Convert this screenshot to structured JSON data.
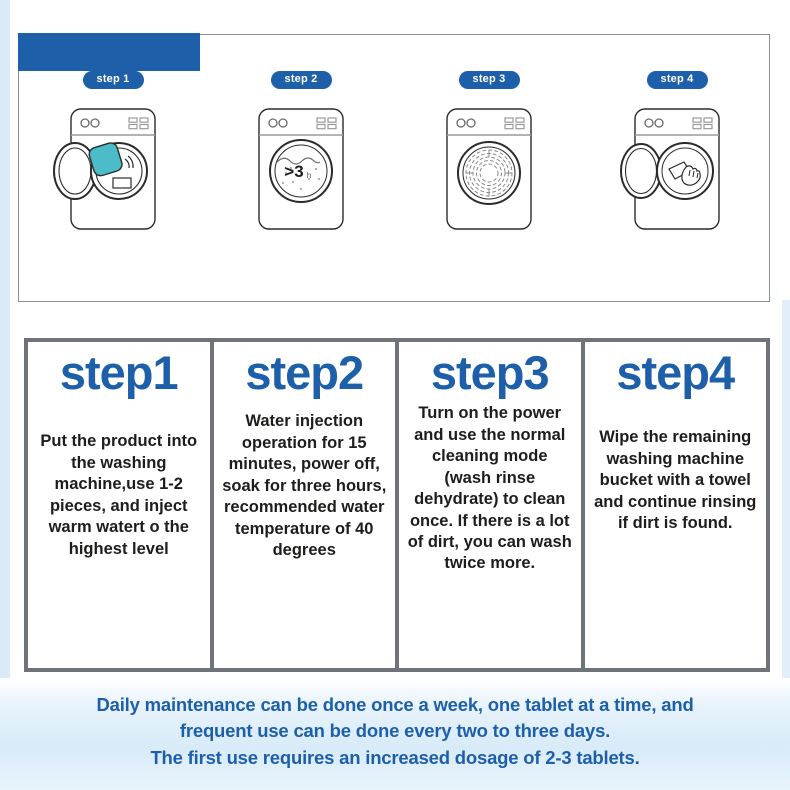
{
  "colors": {
    "brand_blue": "#1e5faa",
    "tablet_teal": "#4cbcc9",
    "table_border_gray": "#6f7479",
    "panel_border_gray": "#8a8f95",
    "body_text": "#1d1d1b",
    "edge_strip_blue": "#dbeaf7"
  },
  "illustration": {
    "steps": [
      {
        "badge": "step 1",
        "icon": "washing-machine-open-door-with-tablet"
      },
      {
        "badge": "step 2",
        "icon": "washing-machine-drum-soaking-3h",
        "drum_label_main": ">3",
        "drum_label_unit": "h"
      },
      {
        "badge": "step 3",
        "icon": "washing-machine-drum-spinning"
      },
      {
        "badge": "step 4",
        "icon": "washing-machine-open-door-hand-wiping-towel"
      }
    ]
  },
  "table": {
    "columns": [
      {
        "title": "step1",
        "body": "Put the product into the washing machine,use 1-2 pieces, and inject warm watert o the highest level"
      },
      {
        "title": "step2",
        "body": "Water injection operation for 15 minutes, power off, soak for three hours, recommended water temperature of 40 degrees"
      },
      {
        "title": "step3",
        "body": "Turn on the power and use the normal cleaning mode (wash rinse dehydrate) to clean once. If there is a lot of dirt, you can wash twice more."
      },
      {
        "title": "step4",
        "body": "Wipe the remaining washing machine bucket with a towel and continue rinsing if dirt is found."
      }
    ]
  },
  "footer": {
    "line1": "Daily maintenance can be done once a week, one tablet at a time, and",
    "line2": "frequent use can be done every two to three days.",
    "line3": "The first use requires an increased dosage of 2-3 tablets."
  }
}
